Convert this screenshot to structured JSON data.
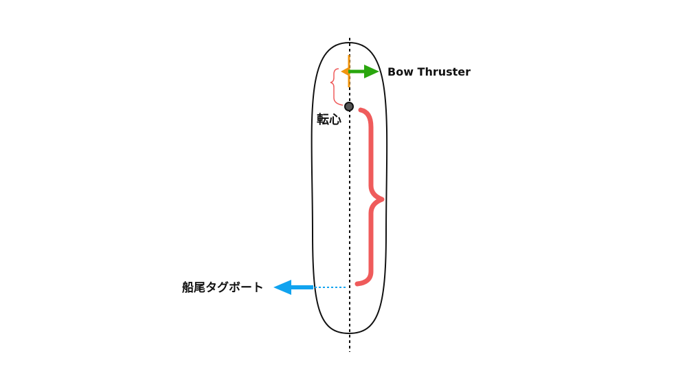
{
  "labels": {
    "bow_thruster": "Bow Thruster",
    "pivot_point": "転心",
    "stern_tug": "船尾タグボート"
  },
  "colors": {
    "hull_outline": "#111111",
    "centerline": "#111111",
    "bow_thruster_arrow": "#2aa60e",
    "bow_reaction_arrow": "#f0950f",
    "tug_arrow": "#11a3ef",
    "braces": "#ef5b5b",
    "pivot_point": "#333333"
  },
  "icons": {
    "bow_thruster_arrow": "arrow-right-icon",
    "bow_reaction_arrow": "arrow-left-icon",
    "tug_arrow": "arrow-left-icon",
    "pivot_point": "pivot-dot-icon"
  }
}
